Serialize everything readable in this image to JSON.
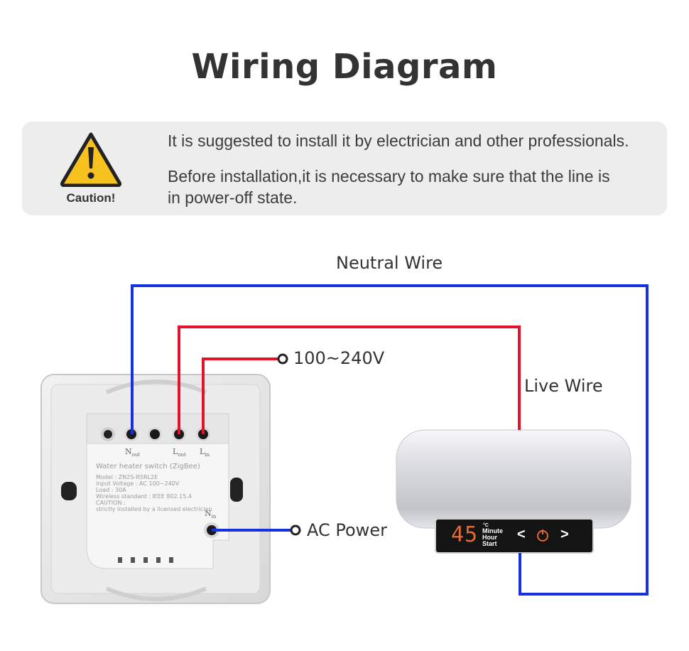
{
  "title": "Wiring Diagram",
  "caution": {
    "label": "Caution!",
    "line1": "It is suggested to install it by electrician and other professionals.",
    "line2": "Before installation,it is necessary to make sure that the line is in power-off state."
  },
  "labels": {
    "neutral_wire": "Neutral Wire",
    "live_wire": "Live Wire",
    "voltage": "100~240V",
    "ac_power": "AC Power"
  },
  "switch": {
    "title": "Water heater switch (ZigBee)",
    "lines": [
      "Model : ZN2S-RSRL2E",
      "Input Voltage : AC 100~240V",
      "Load : 30A",
      "Wireless standard : IEEE 802.15.4",
      "CAUTION :",
      "strictly installed by a licensed electrician"
    ],
    "terminals": {
      "n_out": "N",
      "n_out_sub": "out",
      "l_out": "L",
      "l_out_sub": "out",
      "l_in": "L",
      "l_in_sub": "in",
      "n_in": "N",
      "n_in_sub": "in"
    }
  },
  "heater_panel": {
    "digits": "45",
    "unit": "°C",
    "words": [
      "Minute",
      "Hour",
      "Start"
    ],
    "left_arrow": "<",
    "right_arrow": ">"
  },
  "colors": {
    "neutral": "#1432e0",
    "live": "#e0142b",
    "caution_yellow": "#f7c21d",
    "panel_digits": "#e06a33"
  }
}
